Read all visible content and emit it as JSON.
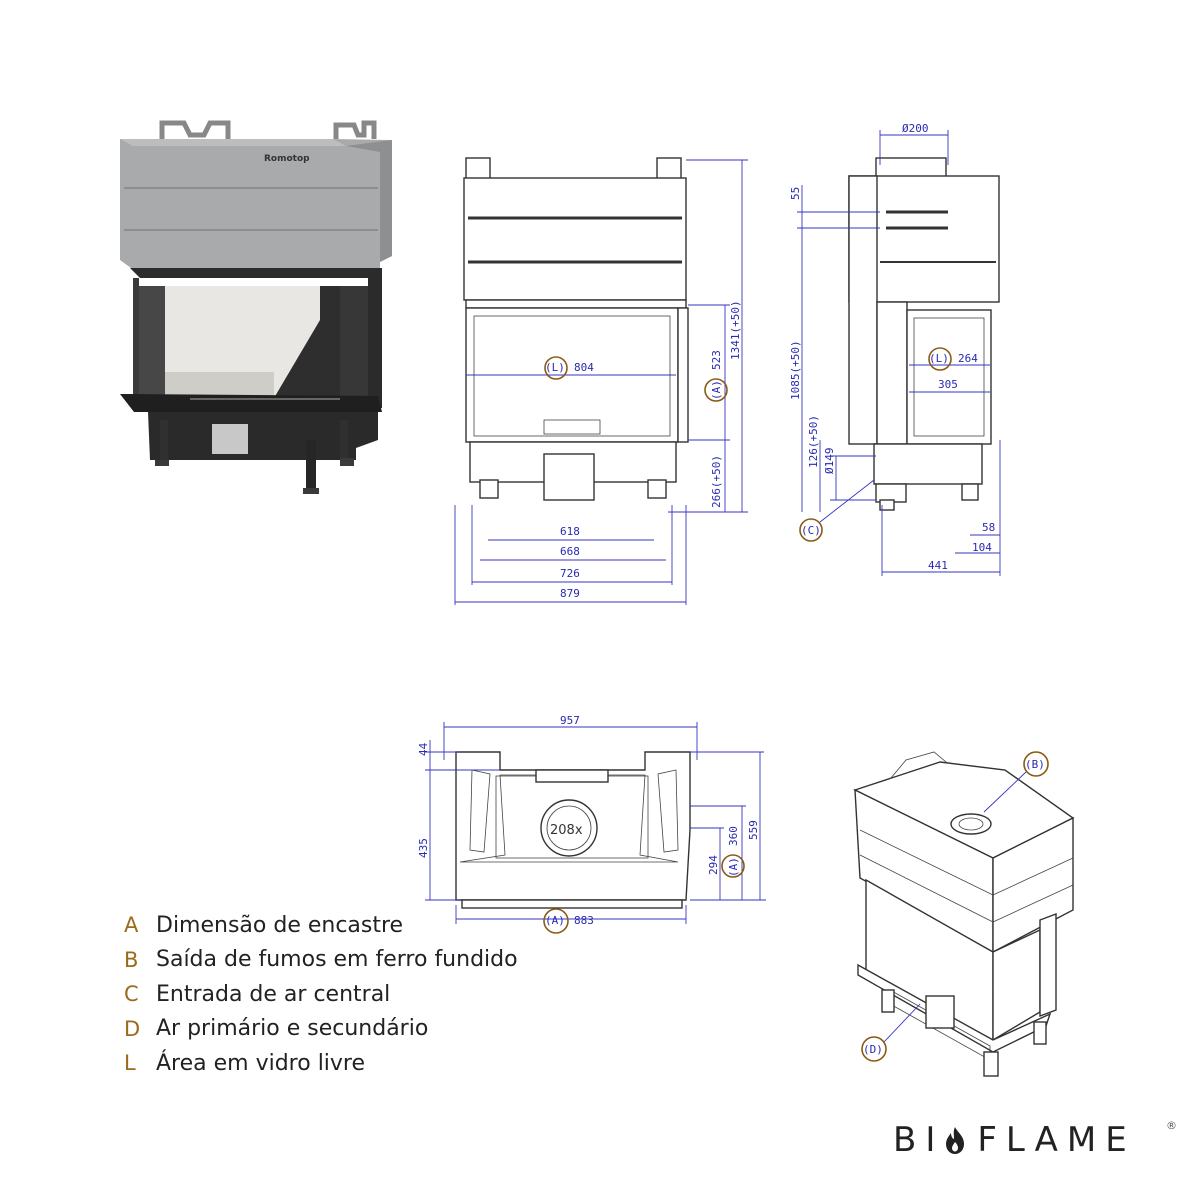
{
  "product_logo": "Romotop",
  "front_view": {
    "glass_label": "(L)",
    "glass_width": "804",
    "opening_label": "(A)",
    "opening_height": "523",
    "total_height": "1341(+50)",
    "base_height": "266(+50)",
    "bottom_dims": [
      "618",
      "668",
      "726",
      "879"
    ]
  },
  "side_view": {
    "flue_diameter": "Ø200",
    "top_offset": "55",
    "outlet_height": "1085(+50)",
    "air_height": "126(+50)",
    "air_diameter": "Ø149",
    "glass_label": "(L)",
    "glass_width": "264",
    "inner_width": "305",
    "air_label": "(C)",
    "dim_58": "58",
    "dim_104": "104",
    "dim_441": "441"
  },
  "top_view": {
    "width_total": "957",
    "dim_44": "44",
    "dim_435": "435",
    "dim_294": "294",
    "label_a_right": "(A)",
    "dim_360": "360",
    "dim_559": "559",
    "flue_label": "208x",
    "label_a_bottom": "(A)",
    "dim_883": "883"
  },
  "iso_labels": {
    "b": "(B)",
    "d": "(D)"
  },
  "legend": [
    {
      "letter": "A",
      "text": "Dimensão de encastre"
    },
    {
      "letter": "B",
      "text": "Saída de fumos em ferro fundido"
    },
    {
      "letter": "C",
      "text": "Entrada de ar central"
    },
    {
      "letter": "D",
      "text": "Ar primário e secundário"
    },
    {
      "letter": "L",
      "text": "Área em vidro livre"
    }
  ],
  "brand": {
    "left": "BI",
    "right": "FLAME",
    "mark": "®"
  },
  "colors": {
    "accent": "#9b6a1c",
    "dimension": "#2a2ab0",
    "steel": "#a9aaac"
  }
}
